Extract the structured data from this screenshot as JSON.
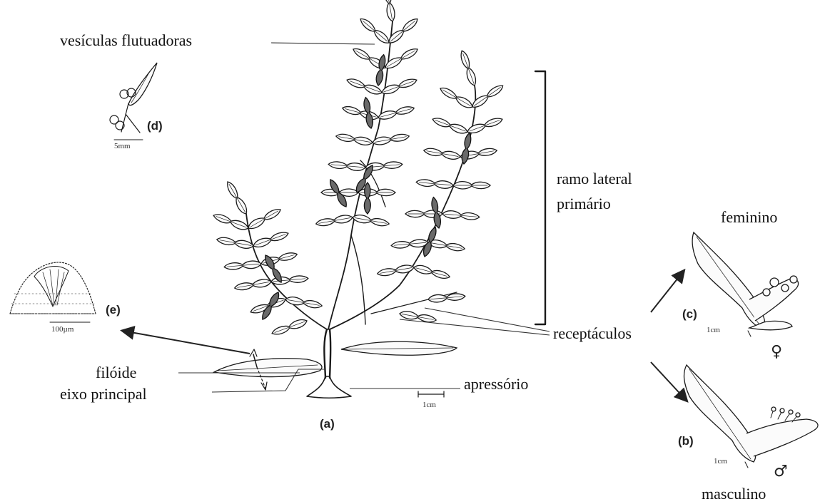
{
  "labels": {
    "vesiculas": "vesículas flutuadoras",
    "ramo_line1": "ramo lateral",
    "ramo_line2": "primário",
    "feminino": "feminino",
    "receptaculos": "receptáculos",
    "filoide": "filóide",
    "eixo": "eixo principal",
    "apressorio": "apressório",
    "masculino": "masculino"
  },
  "panels": {
    "a": "(a)",
    "b": "(b)",
    "c": "(c)",
    "d": "(d)",
    "e": "(e)"
  },
  "scales": {
    "main": "1cm",
    "c": "1cm",
    "b": "1cm",
    "d": "5mm",
    "e": "100µm"
  },
  "symbols": {
    "female": "♀",
    "male": "♂"
  }
}
